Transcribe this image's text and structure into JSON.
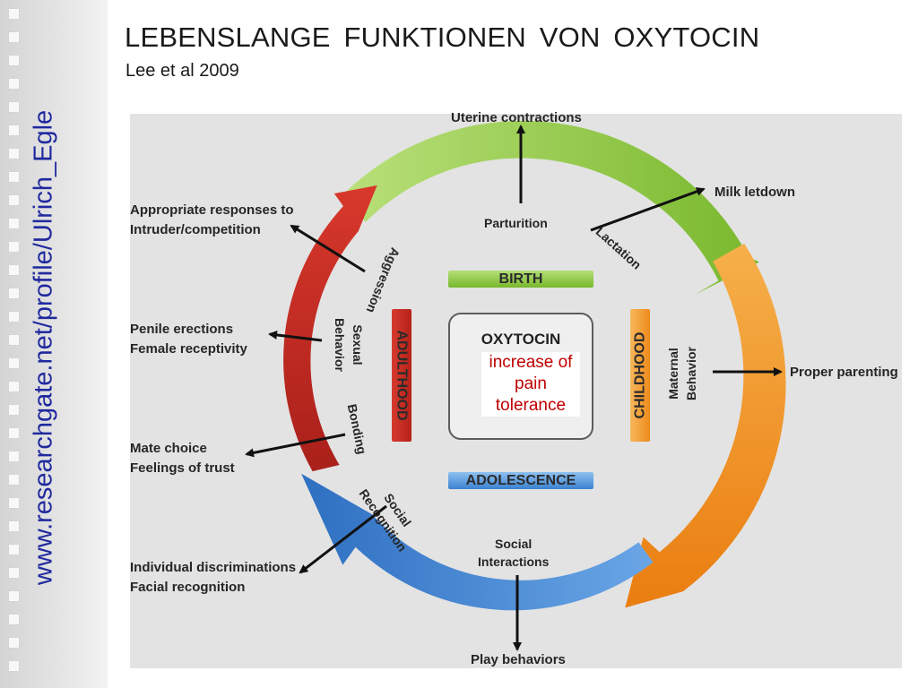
{
  "slide": {
    "title": "LEBENSLANGE  FUNKTIONEN  VON  OXYTOCIN",
    "subtitle": "Lee et al 2009",
    "side_url": "www.researchgate.net/profile/Ulrich_Egle"
  },
  "diagram": {
    "center_title": "OXYTOCIN",
    "center_note": "increase of pain tolerance",
    "stages": {
      "birth": "BIRTH",
      "childhood": "CHILDHOOD",
      "adolescence": "ADOLESCENCE",
      "adulthood": "ADULTHOOD"
    },
    "inner_labels": {
      "parturition": "Parturition",
      "lactation": "Lactation",
      "maternal_1": "Maternal",
      "maternal_2": "Behavior",
      "social_interactions_1": "Social",
      "social_interactions_2": "Interactions",
      "social_recognition_1": "Social",
      "social_recognition_2": "Recognition",
      "bonding": "Bonding",
      "sexual_1": "Sexual",
      "sexual_2": "Behavior",
      "aggression": "Aggression"
    },
    "outer_labels": {
      "uterine": "Uterine contractions",
      "milk": "Milk letdown",
      "parenting": "Proper parenting",
      "play": "Play behaviors",
      "individual_1": "Individual discriminations",
      "individual_2": "Facial recognition",
      "mate_1": "Mate choice",
      "mate_2": "Feelings of trust",
      "penile_1": "Penile erections",
      "penile_2": "Female receptivity",
      "intruder_1": "Appropriate responses to",
      "intruder_2": "Intruder/competition"
    },
    "colors": {
      "green": "#8cc63f",
      "orange": "#f39a1e",
      "blue": "#3478c8",
      "red": "#c0281f",
      "note_red": "#c00000",
      "url_blue": "#20299e"
    }
  }
}
